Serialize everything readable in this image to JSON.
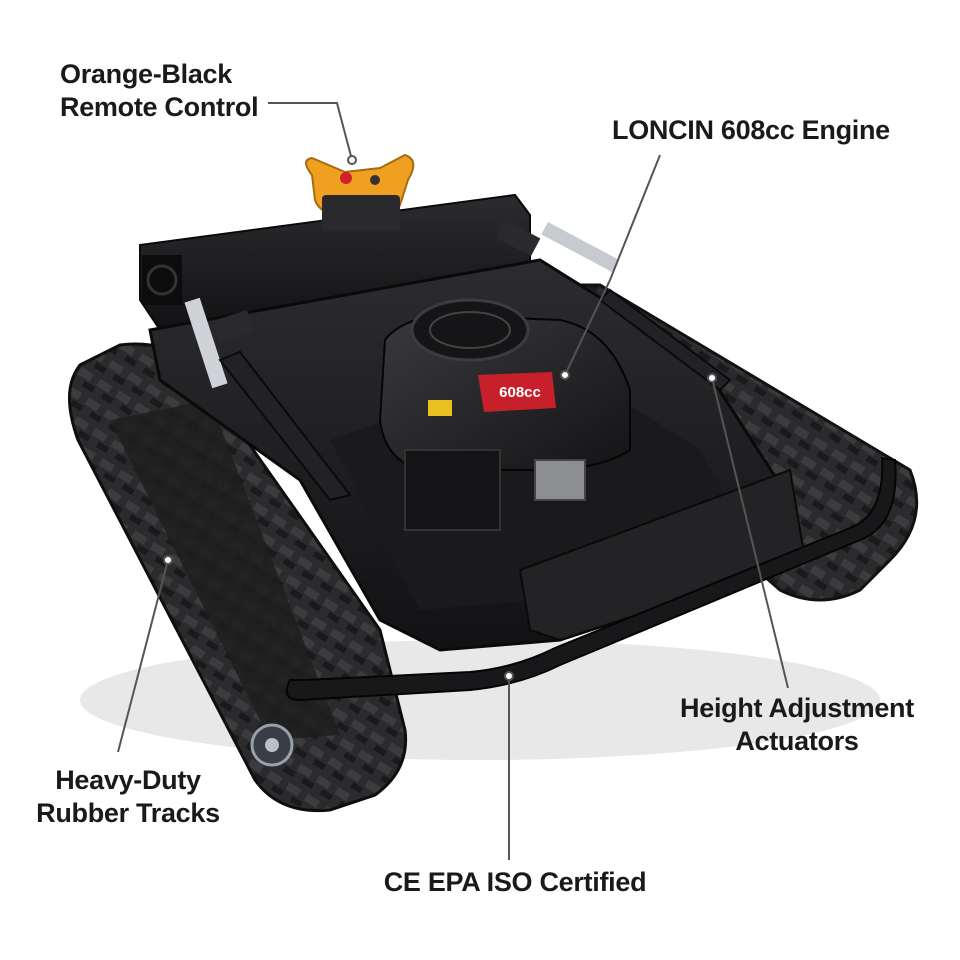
{
  "callouts": {
    "remote": {
      "line1": "Orange-Black",
      "line2": "Remote Control"
    },
    "engine": {
      "line1": "LONCIN 608cc Engine"
    },
    "height": {
      "line1": "Height Adjustment",
      "line2": "Actuators"
    },
    "tracks": {
      "line1": "Heavy-Duty",
      "line2": "Rubber Tracks"
    },
    "certification": {
      "line1": "CE EPA ISO Certified"
    }
  },
  "engine_badge": "608cc",
  "colors": {
    "machine_body": "#1c1c1e",
    "tracks": "#2a2a2c",
    "remote_accent": "#f0a020",
    "engine_badge": "#c8202a",
    "leader_line": "#555555",
    "background": "#ffffff"
  }
}
